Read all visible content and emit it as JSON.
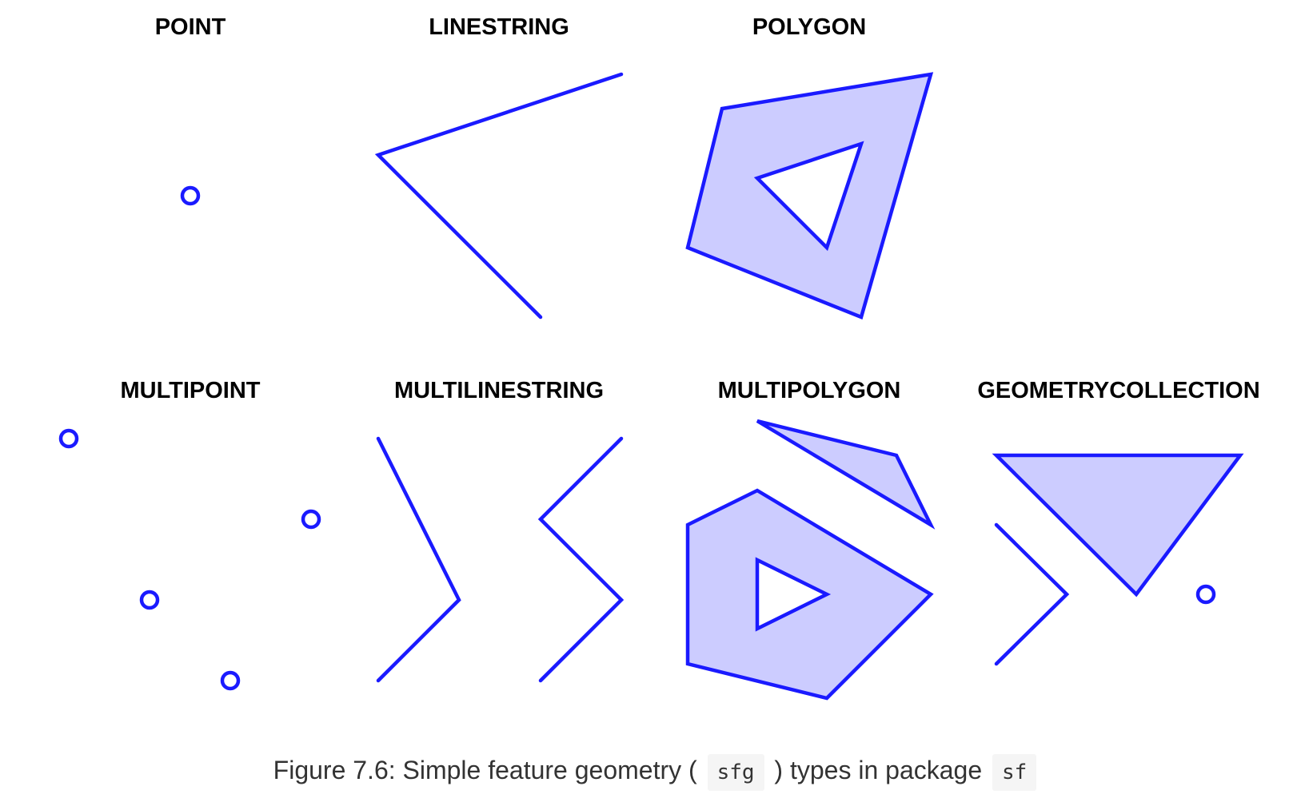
{
  "panels": [
    {
      "id": "point",
      "title": "POINT"
    },
    {
      "id": "linestring",
      "title": "LINESTRING"
    },
    {
      "id": "polygon",
      "title": "POLYGON"
    },
    {
      "id": "multipoint",
      "title": "MULTIPOINT"
    },
    {
      "id": "multilinestring",
      "title": "MULTILINESTRING"
    },
    {
      "id": "multipolygon",
      "title": "MULTIPOLYGON"
    },
    {
      "id": "geometrycollection",
      "title": "GEOMETRYCOLLECTION"
    }
  ],
  "caption": {
    "prefix": "Figure 7.6: Simple feature geometry (",
    "code1": "sfg",
    "middle": ") types in package",
    "code2": "sf"
  },
  "colors": {
    "stroke": "#1a1aff",
    "fill": "#ccccff",
    "title": "#000000",
    "caption": "#333333",
    "code_background": "#f5f5f5"
  }
}
